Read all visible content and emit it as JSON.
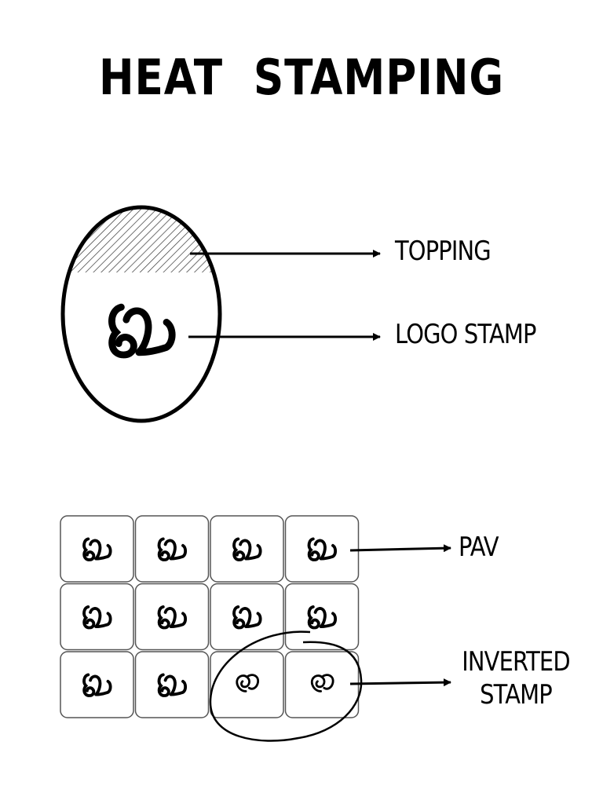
{
  "title": "HEAT  STAMPING",
  "labels": {
    "topping": "TOPPING",
    "logo_stamp": "LOGO STAMP",
    "pav": "PAV",
    "inverted_stamp_line1": "INVERTED",
    "inverted_stamp_line2": "STAMP"
  },
  "grid": {
    "rows": 3,
    "cols": 4,
    "cells": [
      [
        "normal",
        "normal",
        "normal",
        "normal"
      ],
      [
        "normal",
        "normal",
        "normal",
        "normal"
      ],
      [
        "normal",
        "normal",
        "inverted",
        "inverted"
      ]
    ]
  },
  "colors": {
    "ink": "#000000",
    "hatch": "#333333",
    "paper": "#ffffff"
  }
}
